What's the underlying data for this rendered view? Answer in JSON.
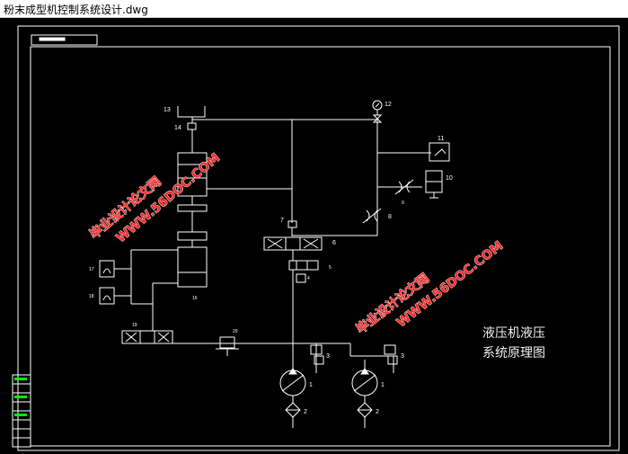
{
  "window": {
    "title": "粉末成型机控制系统设计.dwg"
  },
  "drawing": {
    "caption_lines": [
      "液压机液压",
      "系统原理图"
    ],
    "labels": {
      "l1a": "1",
      "l1b": "1",
      "l2a": "2",
      "l2b": "2",
      "l3a": "3",
      "l3b": "3",
      "l4": "4",
      "l5": "5",
      "l6": "6",
      "l7": "7",
      "l8": "8",
      "l9": "9",
      "l10": "10",
      "l11": "11",
      "l12": "12",
      "l13": "13",
      "l14": "14",
      "l16": "16",
      "l17": "17",
      "l18": "18",
      "l19": "19",
      "l20": "20"
    },
    "watermarks": [
      {
        "line1": "毕业设计论文网",
        "line2": "WWW.56DOC.COM"
      },
      {
        "line1": "毕业设计论文网",
        "line2": "WWW.56DOC.COM"
      }
    ]
  },
  "colors": {
    "background": "#000000",
    "lines": "#ffffff",
    "watermark": "#ff2a2a",
    "title_block_accent": "#00ff00"
  }
}
